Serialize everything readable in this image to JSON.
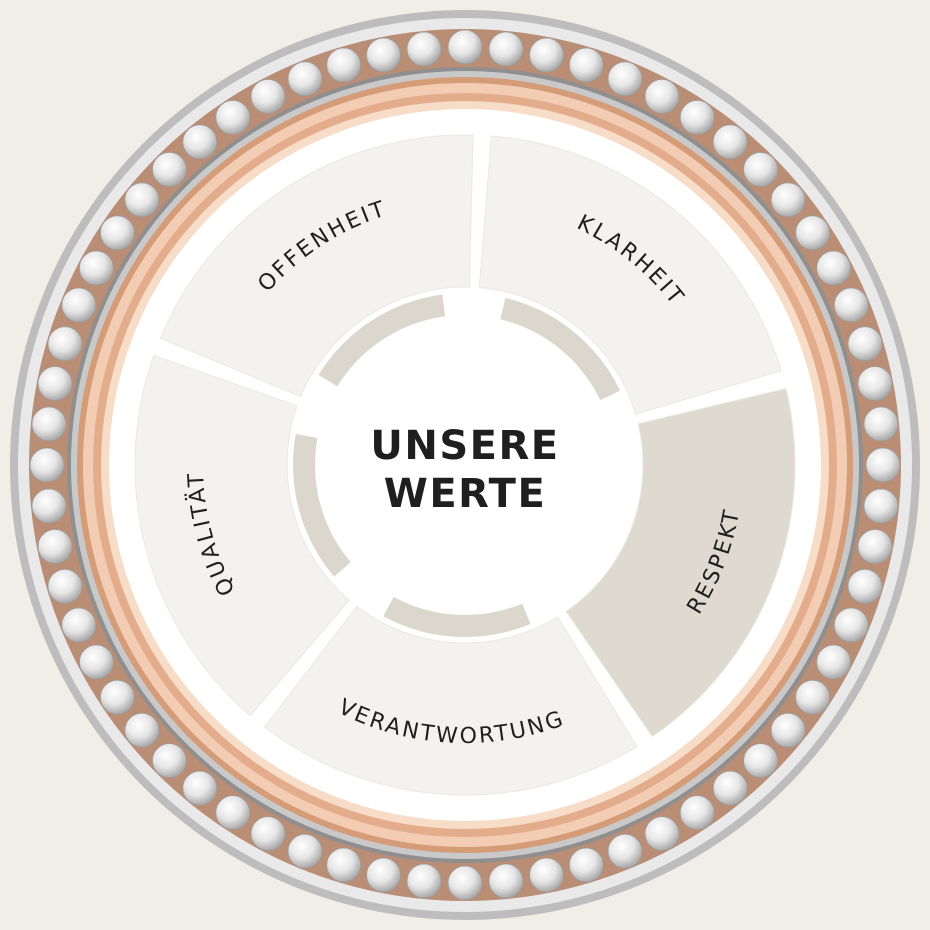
{
  "center": {
    "line1": "UNSERE",
    "line2": "WERTE"
  },
  "values": [
    {
      "id": "klarheit",
      "label": "KLARHEIT",
      "highlighted": false
    },
    {
      "id": "respekt",
      "label": "RESPEKT",
      "highlighted": true
    },
    {
      "id": "verantwortung",
      "label": "VERANTWORTUNG",
      "highlighted": false
    },
    {
      "id": "qualitaet",
      "label": "QUALITÄT",
      "highlighted": false
    },
    {
      "id": "offenheit",
      "label": "OFFENHEIT",
      "highlighted": false
    }
  ],
  "colors": {
    "background": "#ffffff",
    "corner": "#f1eee8",
    "segment_light": "#f4f2ee",
    "segment_highlight": "#dedad0",
    "inner_arc": "#dcd7cd",
    "rose_gold": "#e8b99a",
    "silver": "#b9b9b9",
    "text": "#1f1f1f"
  }
}
